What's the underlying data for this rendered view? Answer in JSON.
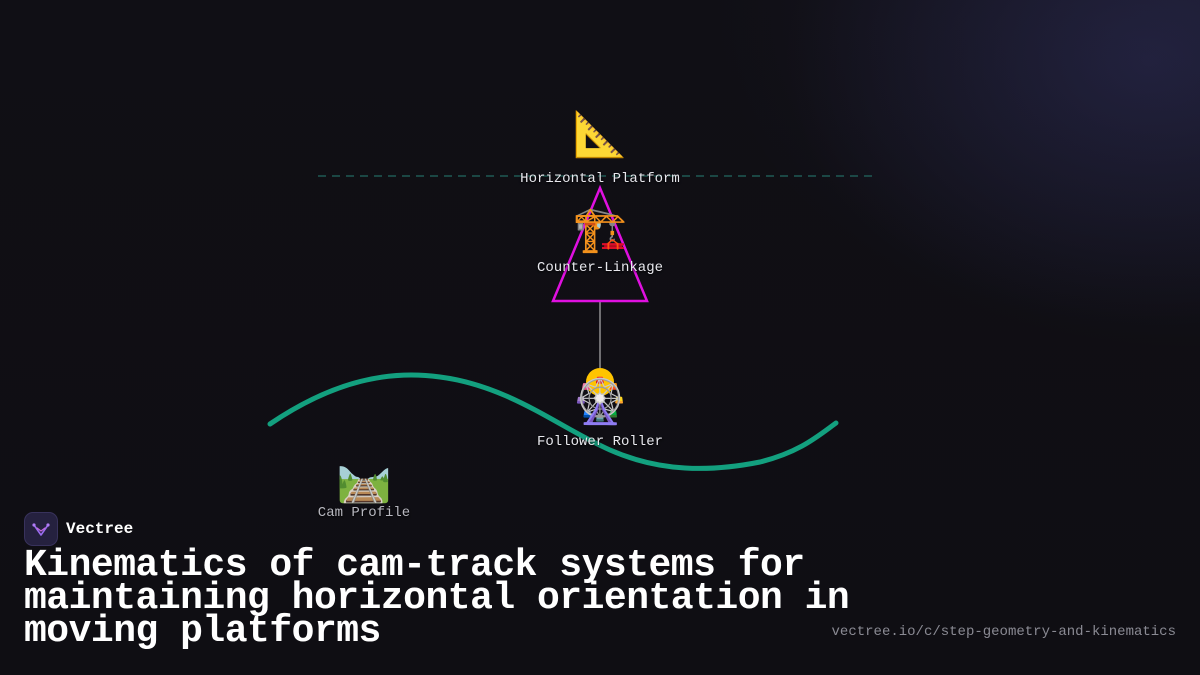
{
  "diagram": {
    "nodes": [
      {
        "id": "horizontal-platform",
        "label": "Horizontal Platform",
        "icon": "triangular-ruler-icon",
        "glyph": "📐"
      },
      {
        "id": "counter-linkage",
        "label": "Counter-Linkage",
        "icon": "crane-icon",
        "glyph": "🏗️"
      },
      {
        "id": "follower-roller",
        "label": "Follower Roller",
        "icon": "ferris-wheel-icon",
        "glyph": "🎡"
      },
      {
        "id": "cam-profile",
        "label": "Cam Profile",
        "icon": "railway-track-icon",
        "glyph": "🛤️"
      }
    ],
    "colors": {
      "cam_track": "#13a07f",
      "platform_line": "#1f5a55",
      "linkage_triangle": "#e010e0",
      "connector": "#b0b0b0",
      "roller_dot": "#ffc400"
    }
  },
  "brand": {
    "name": "Vectree",
    "icon": "vectree-logo-icon"
  },
  "headline": "Kinematics of cam-track systems for maintaining horizontal orientation in moving platforms",
  "url": "vectree.io/c/step-geometry-and-kinematics"
}
